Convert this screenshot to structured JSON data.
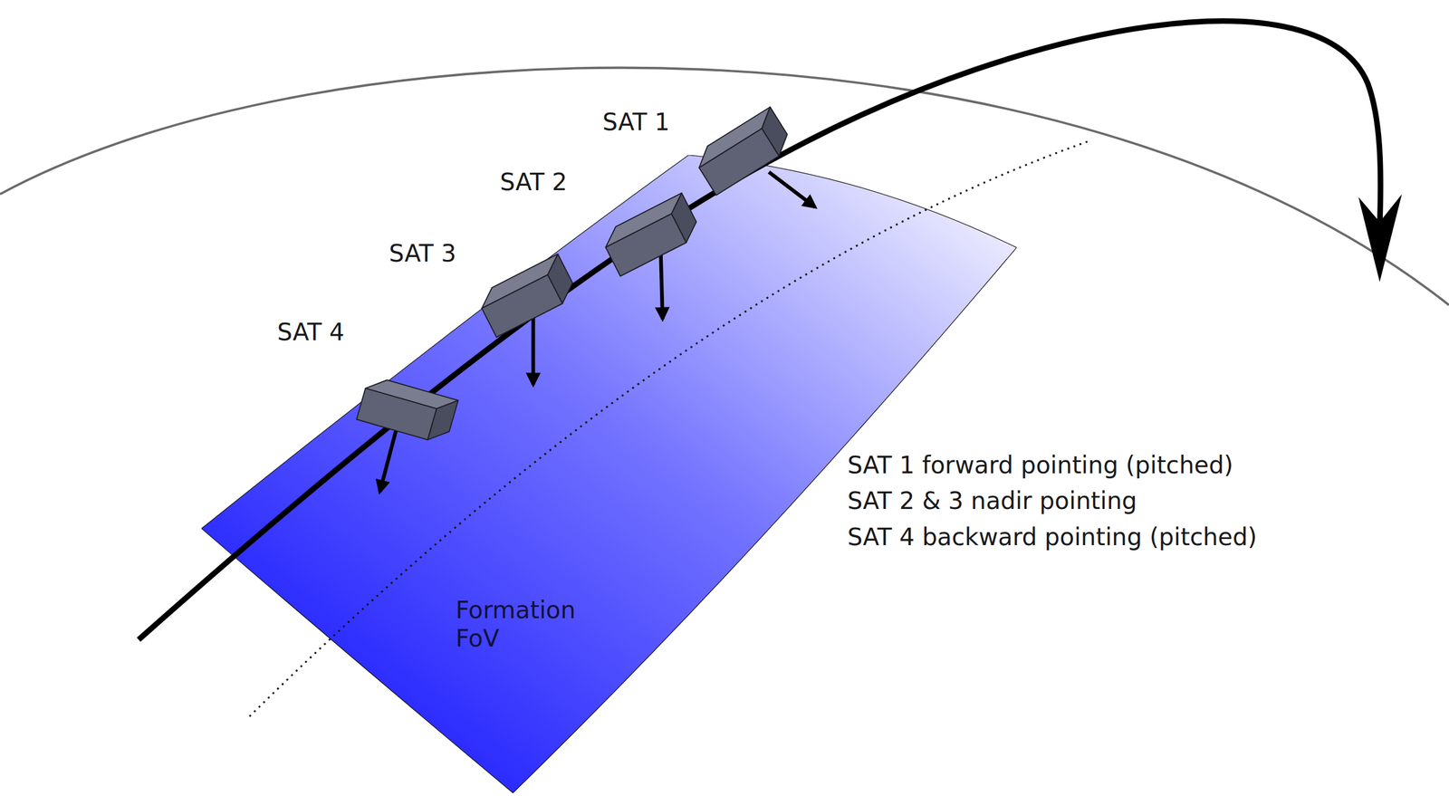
{
  "diagram": {
    "nodes": [
      {
        "text": [
          "Formation FoV"
        ]
      }
    ],
    "labels": [
      "SAT 1",
      "SAT 2",
      "SAT 3",
      "SAT 4",
      "SAT 1 forward pointing (pitched)",
      "SAT 2 & 3 nadir pointing",
      "SAT 4 backward pointing (pitched)"
    ]
  }
}
